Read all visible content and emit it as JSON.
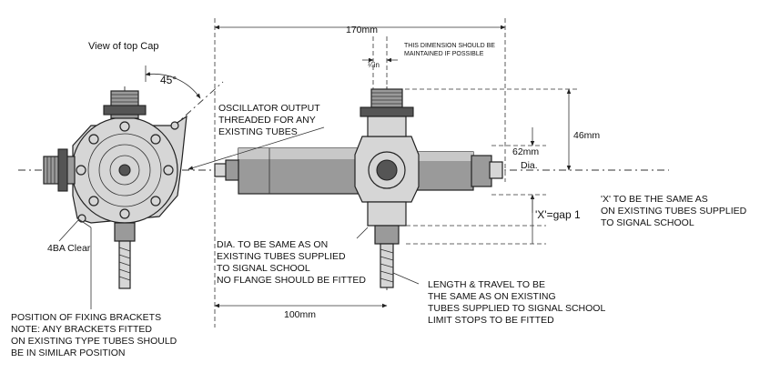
{
  "labels": {
    "view_top_cap": "View of top Cap",
    "angle_45": "45°",
    "dim_170": "170mm",
    "dimension_note_line1": "THIS DIMENSION SHOULD BE",
    "dimension_note_line2": "MAINTAINED IF POSSIBLE",
    "dim_quarter_in": "¼in",
    "oscillator_line1": "OSCILLATOR OUTPUT",
    "oscillator_line2": "THREADED FOR ANY",
    "oscillator_line3": "EXISTING TUBES",
    "dim_46": "46mm",
    "dim_62": "62mm",
    "dia": "Dia.",
    "x_gap": "'X'=gap 1",
    "x_same_line1": "'X' TO BE THE SAME AS",
    "x_same_line2": "ON EXISTING TUBES SUPPLIED",
    "x_same_line3": "TO SIGNAL SCHOOL",
    "ba_clear": "4BA Clear",
    "dia_same_line1": "DIA. TO BE SAME AS ON",
    "dia_same_line2": "EXISTING TUBES SUPPLIED",
    "dia_same_line3": "TO SIGNAL SCHOOL",
    "dia_same_line4": "NO FLANGE SHOULD BE FITTED",
    "dim_100": "100mm",
    "length_line1": "LENGTH & TRAVEL TO BE",
    "length_line2": "THE SAME AS ON EXISTING",
    "length_line3": "TUBES SUPPLIED TO SIGNAL SCHOOL",
    "length_line4": "LIMIT STOPS TO BE FITTED",
    "brackets_line1": "POSITION OF FIXING BRACKETS",
    "brackets_line2": "NOTE: ANY BRACKETS FITTED",
    "brackets_line3": "ON EXISTING TYPE TUBES SHOULD",
    "brackets_line4": "BE IN SIMILAR POSITION"
  }
}
